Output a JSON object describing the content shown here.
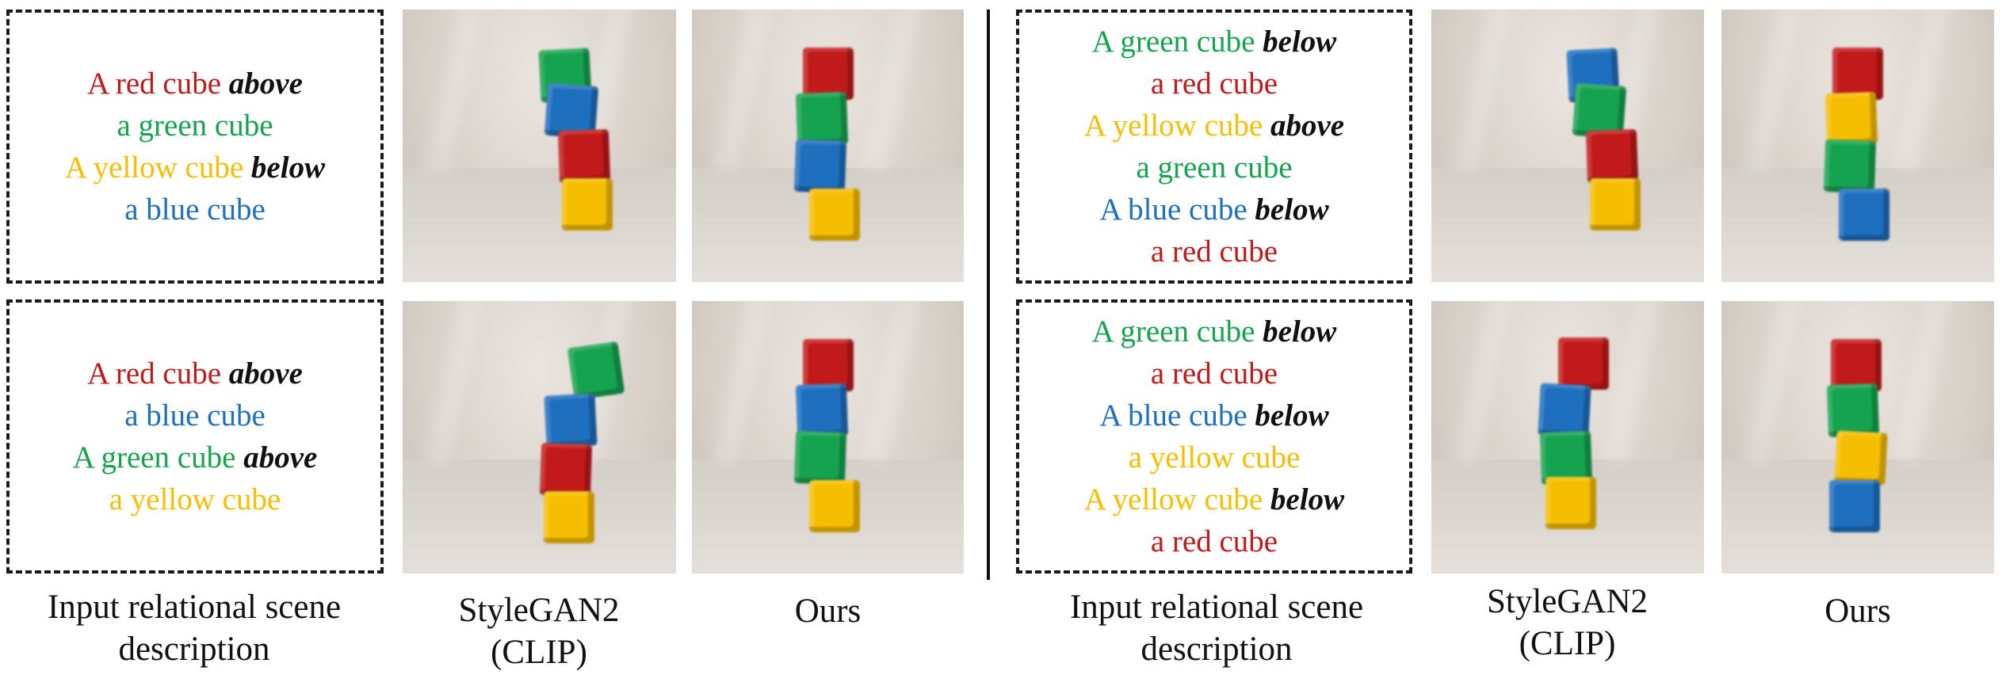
{
  "colors": {
    "red": "#c21a1a",
    "green": "#16a34f",
    "yellow": "#f6be00",
    "blue": "#1f6fbf",
    "keyword": "#111111"
  },
  "panels": [
    {
      "description": [
        [
          {
            "text": "A red cube ",
            "color": "red"
          },
          {
            "text": "above",
            "keyword": true
          }
        ],
        [
          {
            "text": "a green cube",
            "color": "green"
          }
        ],
        [
          {
            "text": "A yellow cube ",
            "color": "yellow"
          },
          {
            "text": "below",
            "keyword": true
          }
        ],
        [
          {
            "text": "a blue cube",
            "color": "blue"
          }
        ]
      ],
      "stylegan_cubes": [
        "green",
        "blue",
        "red",
        "yellow"
      ],
      "ours_cubes": [
        "red",
        "green",
        "blue",
        "yellow"
      ]
    },
    {
      "description": [
        [
          {
            "text": "A red cube ",
            "color": "red"
          },
          {
            "text": "above",
            "keyword": true
          }
        ],
        [
          {
            "text": "a blue cube",
            "color": "blue"
          }
        ],
        [
          {
            "text": "A green cube ",
            "color": "green"
          },
          {
            "text": "above",
            "keyword": true
          }
        ],
        [
          {
            "text": "a yellow cube",
            "color": "yellow"
          }
        ]
      ],
      "stylegan_cubes": [
        "green",
        "blue",
        "red",
        "yellow"
      ],
      "ours_cubes": [
        "red",
        "blue",
        "green",
        "yellow"
      ]
    },
    {
      "description": [
        [
          {
            "text": "A green cube ",
            "color": "green"
          },
          {
            "text": "below",
            "keyword": true
          }
        ],
        [
          {
            "text": "a red cube",
            "color": "red"
          }
        ],
        [
          {
            "text": "A yellow cube ",
            "color": "yellow"
          },
          {
            "text": "above",
            "keyword": true
          }
        ],
        [
          {
            "text": "a green cube",
            "color": "green"
          }
        ],
        [
          {
            "text": "A blue cube ",
            "color": "blue"
          },
          {
            "text": "below",
            "keyword": true
          }
        ],
        [
          {
            "text": "a red cube",
            "color": "red"
          }
        ]
      ],
      "stylegan_cubes": [
        "blue",
        "green",
        "red",
        "yellow"
      ],
      "ours_cubes": [
        "red",
        "yellow",
        "green",
        "blue"
      ]
    },
    {
      "description": [
        [
          {
            "text": "A green cube ",
            "color": "green"
          },
          {
            "text": "below",
            "keyword": true
          }
        ],
        [
          {
            "text": "a red cube",
            "color": "red"
          }
        ],
        [
          {
            "text": "A blue cube ",
            "color": "blue"
          },
          {
            "text": "below",
            "keyword": true
          }
        ],
        [
          {
            "text": "a yellow cube",
            "color": "yellow"
          }
        ],
        [
          {
            "text": "A yellow cube ",
            "color": "yellow"
          },
          {
            "text": "below",
            "keyword": true
          }
        ],
        [
          {
            "text": "a red cube",
            "color": "red"
          }
        ]
      ],
      "stylegan_cubes": [
        "red",
        "blue",
        "green",
        "yellow"
      ],
      "ours_cubes": [
        "red",
        "green",
        "yellow",
        "blue"
      ]
    }
  ],
  "captions": {
    "left": {
      "input": "Input relational scene description",
      "baseline": "StyleGAN2 (CLIP)",
      "ours": "Ours"
    },
    "right": {
      "input": "Input relational scene description",
      "baseline": "StyleGAN2 (CLIP)",
      "ours": "Ours"
    }
  }
}
